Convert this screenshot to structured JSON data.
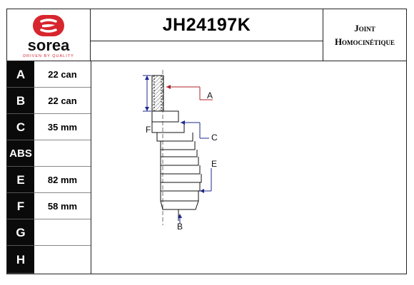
{
  "logo": {
    "brand": "sorea",
    "tagline": "DRIVEN BY QUALITY",
    "color": "#d7262e"
  },
  "reference": "JH24197K",
  "description": {
    "line1": "Joint",
    "line2": "Homocinétique"
  },
  "specs": [
    {
      "letter": "A",
      "value": "22 can"
    },
    {
      "letter": "B",
      "value": "22 can"
    },
    {
      "letter": "C",
      "value": "35 mm"
    },
    {
      "letter": "ABS",
      "value": ""
    },
    {
      "letter": "E",
      "value": "82 mm"
    },
    {
      "letter": "F",
      "value": "58 mm"
    },
    {
      "letter": "G",
      "value": ""
    },
    {
      "letter": "H",
      "value": ""
    }
  ],
  "diagram_labels": {
    "a": "A",
    "b": "B",
    "c": "C",
    "e": "E",
    "f": "F"
  },
  "colors": {
    "leader_red": "#b0202a",
    "leader_blue": "#1c2a8a"
  }
}
